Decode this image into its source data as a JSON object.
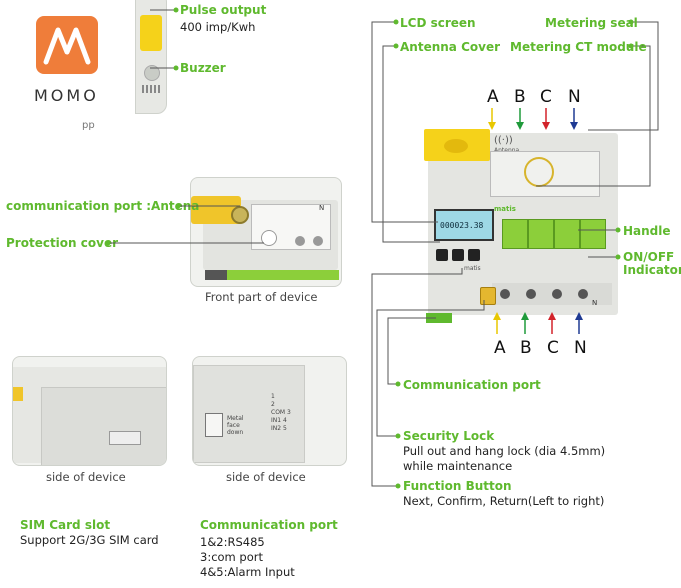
{
  "logo": {
    "text": "MOMO",
    "brand_color": "#ef7d3a"
  },
  "top_left": {
    "pulse_output_label": "Pulse output",
    "pulse_output_value": "400 imp/Kwh",
    "buzzer_label": "Buzzer",
    "partial_caption": "pp"
  },
  "front_labels": {
    "comm_port_antenna": "communication port :Antena",
    "protection_cover": "Protection cover",
    "front_caption": "Front part of device"
  },
  "side_captions": {
    "left": "side of device",
    "right": "side of device"
  },
  "sim": {
    "title": "SIM Card slot",
    "desc": "Support 2G/3G SIM card"
  },
  "comm_port_info": {
    "title": "Communication port",
    "lines": [
      "1&2:RS485",
      "3:com port",
      "4&5:Alarm Input"
    ]
  },
  "device_labels": {
    "lcd_screen": "LCD  screen",
    "antenna_cover": "Antenna Cover",
    "metering_seal": "Metering seal",
    "metering_ct": "Metering CT module",
    "handle": "Handle",
    "on_off": "ON/OFF",
    "indicator": "Indicator",
    "communication_port": "Communication port",
    "security_lock": "Security Lock",
    "security_lock_desc1": "Pull out and hang lock (dia 4.5mm)",
    "security_lock_desc2": "while maintenance",
    "function_button": "Function Button",
    "function_button_desc": "Next, Confirm, Return(Left to right)"
  },
  "phases_top": [
    "A",
    "B",
    "C",
    "N"
  ],
  "phases_bottom": [
    "A",
    "B",
    "C",
    "N"
  ],
  "device_text": {
    "antenna": "Antenna",
    "brand": "matis",
    "lcd_value": "000023.38",
    "terminal_n": "N",
    "port_labels": [
      "Metal",
      "face",
      "down"
    ],
    "pin_labels": [
      "1",
      "2",
      "3",
      "4",
      "5"
    ],
    "pin_names": [
      "COM",
      "IN1",
      "IN2"
    ]
  },
  "colors": {
    "label_green": "#5fb92e",
    "device_green": "#8ccf3a",
    "yellow": "#f5d21a",
    "phase_a": "#e8c700",
    "phase_b": "#1f9a3a",
    "phase_c": "#d2232a",
    "phase_n": "#1f3a93"
  }
}
